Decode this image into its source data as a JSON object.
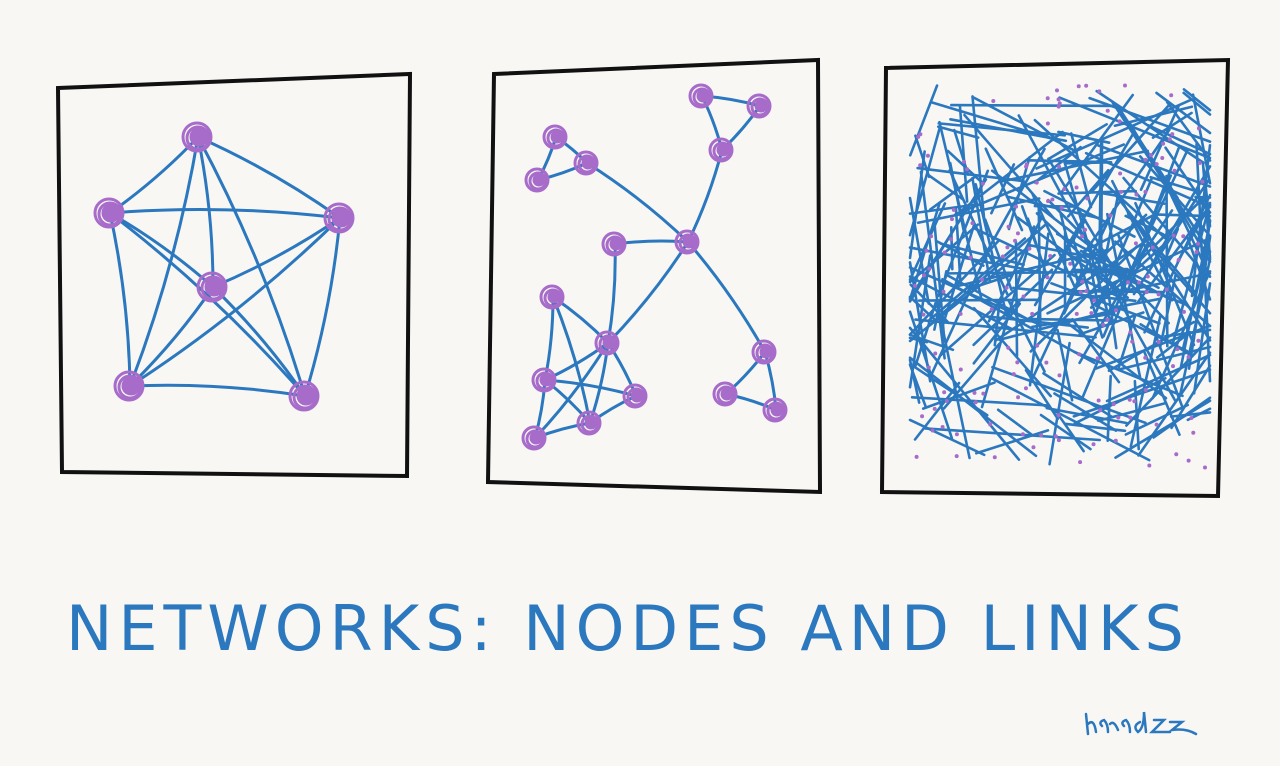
{
  "title": "NETWORKS: NODES AND LINKS",
  "signature": "hanadiz",
  "colors": {
    "link": "#2b78bf",
    "node": "#a76cc9",
    "frame": "#111111",
    "background": "#f8f7f4"
  },
  "panels": [
    {
      "name": "fully-connected-network",
      "nodes": 6
    },
    {
      "name": "clustered-network",
      "nodes": 17
    },
    {
      "name": "dense-random-network",
      "nodes": 160
    }
  ]
}
